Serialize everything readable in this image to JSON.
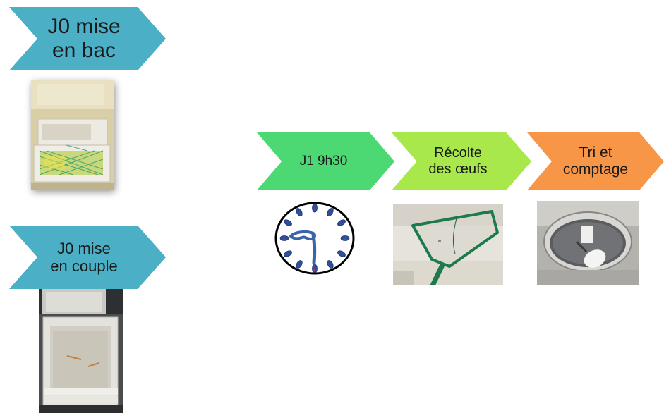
{
  "colors": {
    "blue_step": "#4bafc6",
    "green_step": "#4cd873",
    "lime_step": "#a9e84a",
    "orange_step": "#f79646"
  },
  "steps": {
    "j0_bac": {
      "line1": "J0 mise",
      "line2": "en bac"
    },
    "j0_couple": {
      "line1": "J0 mise",
      "line2": "en couple"
    },
    "j1": {
      "label": "J1 9h30"
    },
    "recolte": {
      "line1": "Récolte",
      "line2": "des œufs"
    },
    "tri": {
      "line1": "Tri et",
      "line2": "comptage"
    }
  },
  "icons": {
    "clock": "clock-icon"
  }
}
